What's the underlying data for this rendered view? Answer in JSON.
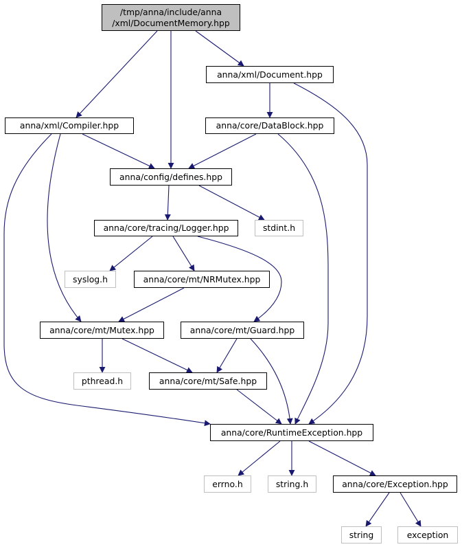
{
  "graph": {
    "root": {
      "line1": "/tmp/anna/include/anna",
      "line2": "/xml/DocumentMemory.hpp"
    },
    "nodes": {
      "document_hpp": "anna/xml/Document.hpp",
      "compiler_hpp": "anna/xml/Compiler.hpp",
      "datablock_hpp": "anna/core/DataBlock.hpp",
      "defines_hpp": "anna/config/defines.hpp",
      "logger_hpp": "anna/core/tracing/Logger.hpp",
      "stdint_h": "stdint.h",
      "syslog_h": "syslog.h",
      "nrmutex_hpp": "anna/core/mt/NRMutex.hpp",
      "mutex_hpp": "anna/core/mt/Mutex.hpp",
      "guard_hpp": "anna/core/mt/Guard.hpp",
      "pthread_h": "pthread.h",
      "safe_hpp": "anna/core/mt/Safe.hpp",
      "runtimeexception_hpp": "anna/core/RuntimeException.hpp",
      "errno_h": "errno.h",
      "string_h": "string.h",
      "exception_hpp": "anna/core/Exception.hpp",
      "string": "string",
      "exception": "exception"
    },
    "colors": {
      "edge": "#191970",
      "root_fill": "#bfbfbf",
      "project_border": "#000000",
      "system_border": "#bfbfbf"
    },
    "edges": [
      [
        "root",
        "compiler_hpp"
      ],
      [
        "root",
        "defines_hpp"
      ],
      [
        "root",
        "document_hpp"
      ],
      [
        "document_hpp",
        "datablock_hpp"
      ],
      [
        "document_hpp",
        "runtimeexception_hpp"
      ],
      [
        "compiler_hpp",
        "defines_hpp"
      ],
      [
        "compiler_hpp",
        "mutex_hpp"
      ],
      [
        "compiler_hpp",
        "runtimeexception_hpp"
      ],
      [
        "datablock_hpp",
        "defines_hpp"
      ],
      [
        "datablock_hpp",
        "runtimeexception_hpp"
      ],
      [
        "defines_hpp",
        "logger_hpp"
      ],
      [
        "defines_hpp",
        "stdint_h"
      ],
      [
        "logger_hpp",
        "syslog_h"
      ],
      [
        "logger_hpp",
        "nrmutex_hpp"
      ],
      [
        "logger_hpp",
        "guard_hpp"
      ],
      [
        "nrmutex_hpp",
        "mutex_hpp"
      ],
      [
        "mutex_hpp",
        "pthread_h"
      ],
      [
        "mutex_hpp",
        "safe_hpp"
      ],
      [
        "guard_hpp",
        "safe_hpp"
      ],
      [
        "guard_hpp",
        "runtimeexception_hpp"
      ],
      [
        "safe_hpp",
        "runtimeexception_hpp"
      ],
      [
        "runtimeexception_hpp",
        "errno_h"
      ],
      [
        "runtimeexception_hpp",
        "string_h"
      ],
      [
        "runtimeexception_hpp",
        "exception_hpp"
      ],
      [
        "exception_hpp",
        "string"
      ],
      [
        "exception_hpp",
        "exception"
      ]
    ]
  }
}
